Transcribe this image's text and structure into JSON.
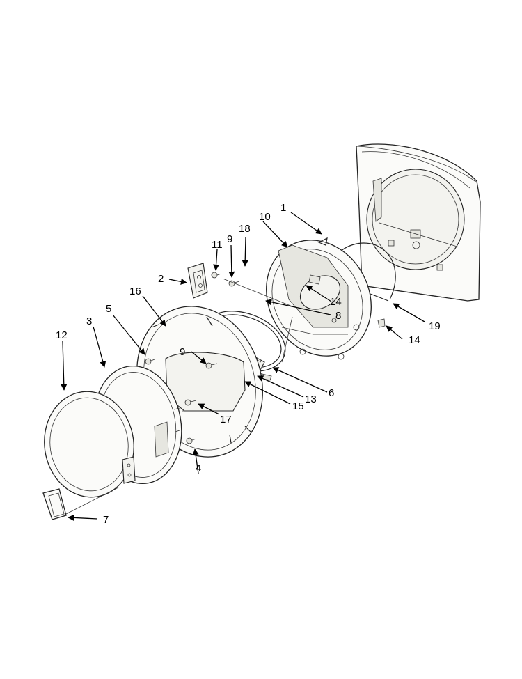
{
  "diagram": {
    "callouts": [
      "1",
      "2",
      "3",
      "4",
      "5",
      "6",
      "7",
      "8",
      "9",
      "9",
      "10",
      "11",
      "12",
      "13",
      "14",
      "14",
      "15",
      "16",
      "17",
      "18",
      "19"
    ],
    "parts": [
      {
        "id": "front-panel"
      },
      {
        "id": "door-seal-ring"
      },
      {
        "id": "inner-door-frame"
      },
      {
        "id": "outer-door-panel"
      },
      {
        "id": "door-glass"
      },
      {
        "id": "hinge"
      },
      {
        "id": "door-handle"
      },
      {
        "id": "door-gasket"
      }
    ]
  },
  "labels": {
    "l1": "1",
    "l2": "2",
    "l3": "3",
    "l4": "4",
    "l5": "5",
    "l6": "6",
    "l7": "7",
    "l8": "8",
    "l9a": "9",
    "l9b": "9",
    "l10": "10",
    "l11": "11",
    "l12": "12",
    "l13": "13",
    "l14a": "14",
    "l14b": "14",
    "l15": "15",
    "l16": "16",
    "l17": "17",
    "l18": "18",
    "l19": "19"
  }
}
